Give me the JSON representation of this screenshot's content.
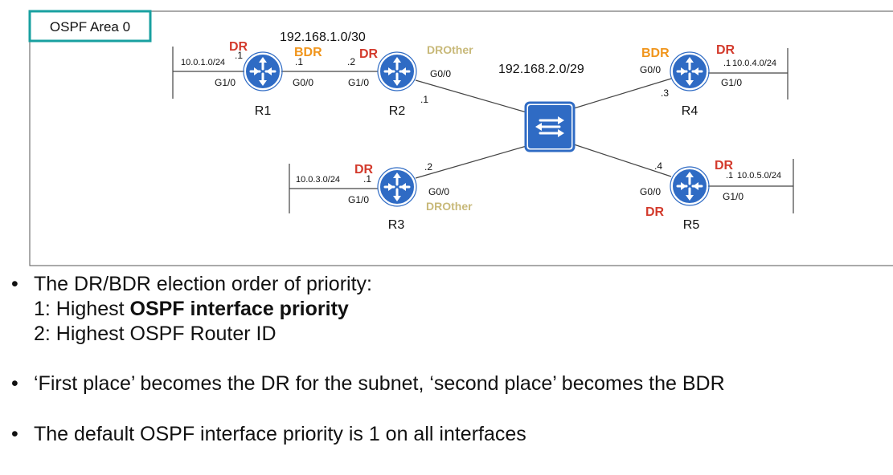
{
  "area_label": "OSPF Area 0",
  "colors": {
    "dr": "#d33a2c",
    "bdr": "#f0951c",
    "drother": "#c8b979",
    "router_blue": "#2f6bc4",
    "area_border": "#18a0a0"
  },
  "subnets": {
    "r1_r2": "192.168.1.0/30",
    "switch_lan": "192.168.2.0/29",
    "r1_lan": "10.0.1.0/24",
    "r3_lan": "10.0.3.0/24",
    "r4_lan": "10.0.4.0/24",
    "r5_lan": "10.0.5.0/24"
  },
  "routers": {
    "r1": {
      "name": "R1",
      "role_g1": "DR",
      "role_g0": "BDR",
      "g1": "G1/0",
      "g0": "G0/0",
      "host_g1": ".1",
      "host_g0": ".1"
    },
    "r2": {
      "name": "R2",
      "role_g1": "DR",
      "role_g0": "DROther",
      "g1": "G1/0",
      "g0": "G0/0",
      "host_g1": ".2",
      "host_g0": ".1"
    },
    "r3": {
      "name": "R3",
      "role_g1": "DR",
      "role_g0": "DROther",
      "g1": "G1/0",
      "g0": "G0/0",
      "host_g1": ".1",
      "host_g0": ".2"
    },
    "r4": {
      "name": "R4",
      "role_g0": "BDR",
      "role_g1": "DR",
      "g0": "G0/0",
      "g1": "G1/0",
      "host_g0": ".3",
      "host_g1": ".1"
    },
    "r5": {
      "name": "R5",
      "role_g0": "DR",
      "role_g1": "DR",
      "g0": "G0/0",
      "g1": "G1/0",
      "host_g0": ".4",
      "host_g1": ".1"
    }
  },
  "bullets": {
    "b1_line1": "The DR/BDR election order of priority:",
    "b1_line2_prefix": "1: Highest ",
    "b1_line2_bold": "OSPF interface priority",
    "b1_line3": "2: Highest OSPF Router ID",
    "b2": "‘First place’ becomes the DR for the subnet, ‘second place’ becomes the BDR",
    "b3": "The default OSPF interface priority is 1 on all interfaces",
    "marker": "•"
  }
}
